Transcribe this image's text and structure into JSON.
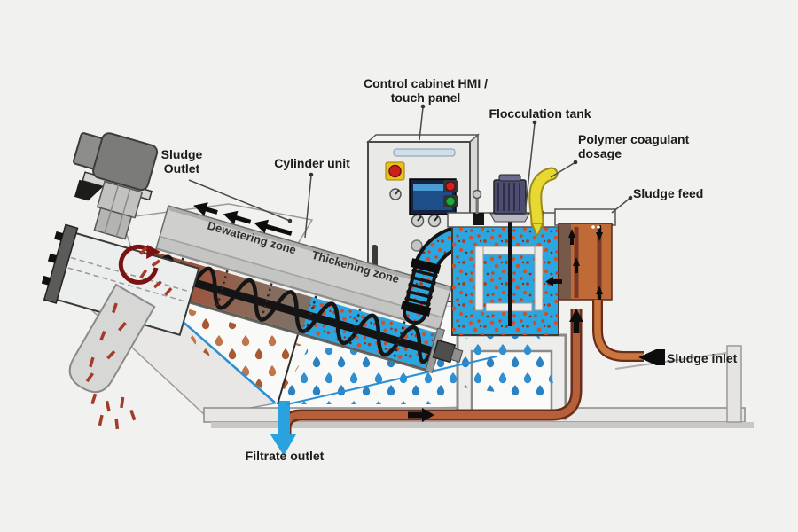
{
  "diagram": {
    "subject": "screw press sludge dewatering unit",
    "labels": {
      "control_cabinet_l1": "Control cabinet HMI /",
      "control_cabinet_l2": "touch panel",
      "flocculation_tank": "Flocculation tank",
      "polymer_l1": "Polymer coagulant",
      "polymer_l2": "dosage",
      "sludge_feed": "Sludge feed",
      "sludge_inlet": "Sludge inlet",
      "sludge_outlet_l1": "Sludge",
      "sludge_outlet_l2": "Outlet",
      "cylinder_unit": "Cylinder unit",
      "filtrate_outlet": "Filtrate outlet",
      "dewatering_zone": "Dewatering zone",
      "thickening_zone": "Thickening zone"
    },
    "colors": {
      "background": "#f1f1f0",
      "water_blue": "#2aa7e0",
      "floc_orange": "#d14f2a",
      "sludge_brown_dark": "#8a4231",
      "pipe_orange": "#b5603a",
      "pipe_outline": "#6b2d1a",
      "polymer_yellow": "#e8d832",
      "estop_red": "#cc1f1f",
      "indicator_green": "#1fa83c",
      "hmi_screen_blue": "#1d4e87",
      "filtrate_arrow_blue": "#2aa2e0",
      "cabinet_gray": "#e9e9e7",
      "cylinder_gray": "#cfcfcd",
      "rotation_arrow_red": "#7a1212"
    }
  }
}
